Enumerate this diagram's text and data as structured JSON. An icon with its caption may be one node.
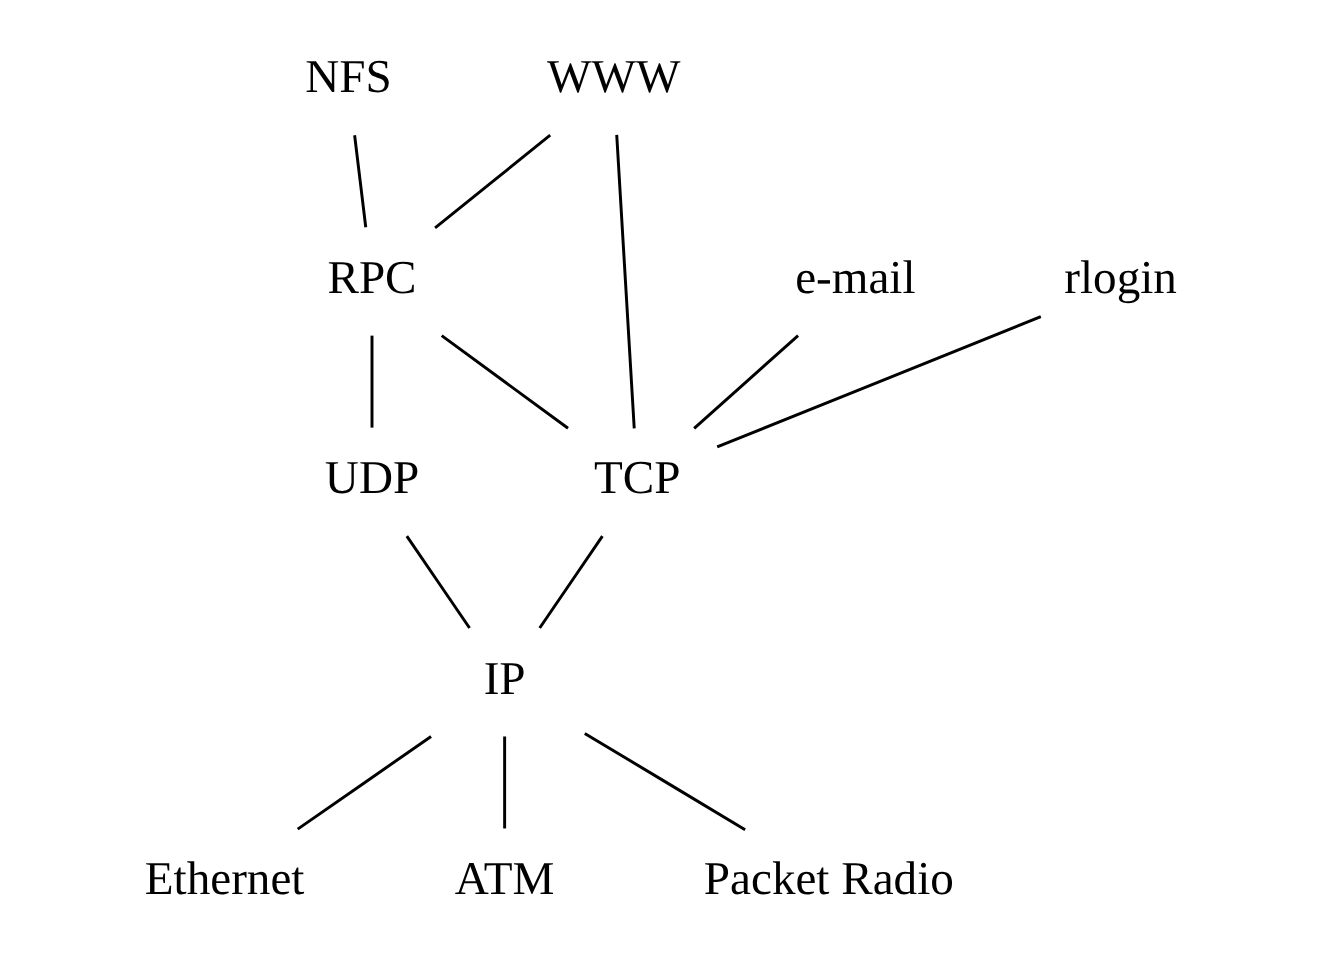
{
  "diagram": {
    "nodes": [
      {
        "text": [
          "NFS"
        ]
      },
      {
        "text": [
          "WWW"
        ]
      },
      {
        "text": [
          "e-mail"
        ]
      },
      {
        "text": [
          "rlogin"
        ]
      },
      {
        "text": [
          "RPC"
        ]
      },
      {
        "text": [
          "UDP"
        ]
      },
      {
        "text": [
          "TCP"
        ]
      },
      {
        "text": [
          "IP"
        ]
      },
      {
        "text": [
          "Ethernet"
        ]
      },
      {
        "text": [
          "ATM"
        ]
      },
      {
        "text": [
          "Packet Radio"
        ]
      }
    ],
    "edges": [
      {
        "from": 0,
        "to": 4,
        "arrow": "none"
      },
      {
        "from": 1,
        "to": 4,
        "arrow": "none"
      },
      {
        "from": 1,
        "to": 6,
        "arrow": "none"
      },
      {
        "from": 2,
        "to": 6,
        "arrow": "none"
      },
      {
        "from": 3,
        "to": 6,
        "arrow": "none"
      },
      {
        "from": 4,
        "to": 5,
        "arrow": "none"
      },
      {
        "from": 4,
        "to": 6,
        "arrow": "none"
      },
      {
        "from": 5,
        "to": 7,
        "arrow": "none"
      },
      {
        "from": 6,
        "to": 7,
        "arrow": "none"
      },
      {
        "from": 7,
        "to": 8,
        "arrow": "none"
      },
      {
        "from": 7,
        "to": 9,
        "arrow": "none"
      },
      {
        "from": 7,
        "to": 10,
        "arrow": "none"
      }
    ]
  }
}
